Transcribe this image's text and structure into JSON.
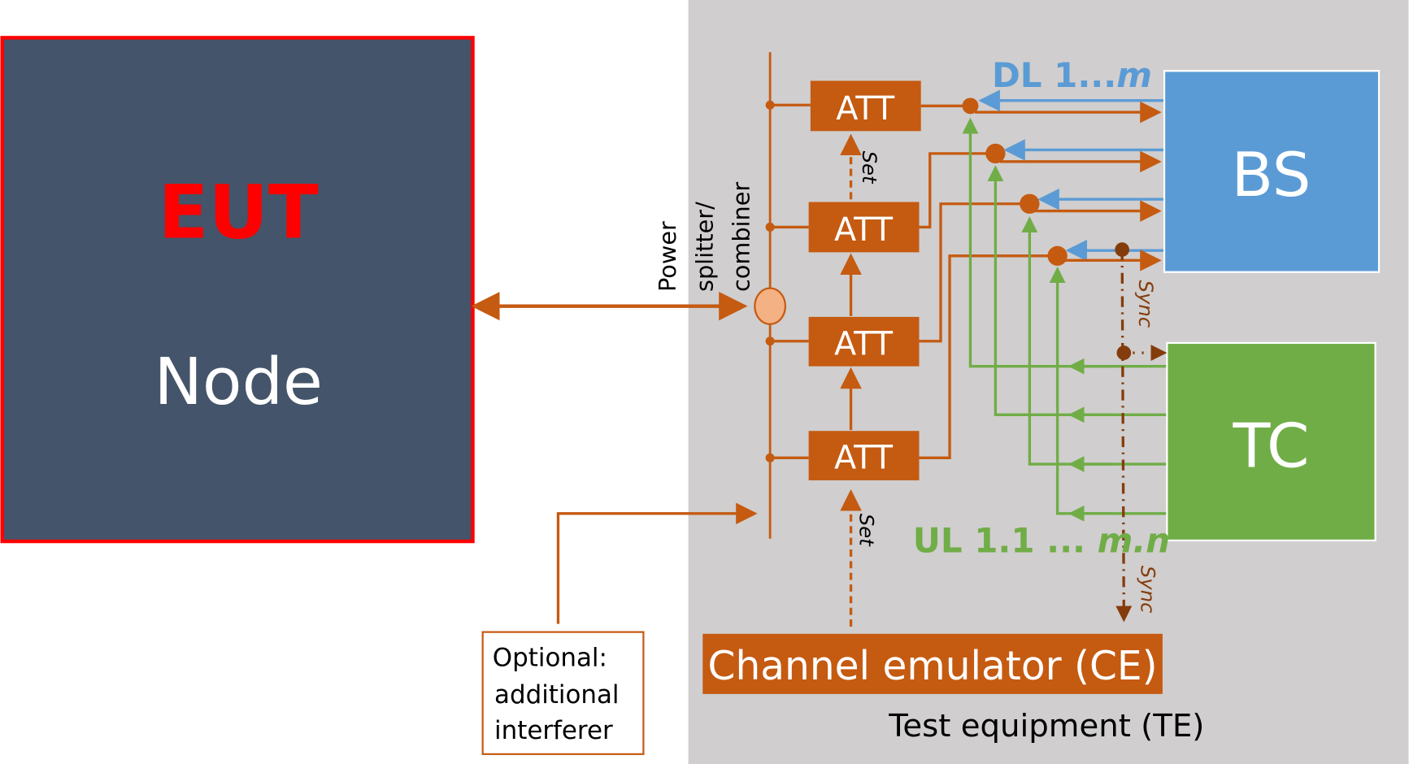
{
  "eut": {
    "title": "EUT",
    "subtitle": "Node"
  },
  "splitter": {
    "line1": "Power",
    "line2": "splitter/",
    "line3": "combiner"
  },
  "att_label": "ATT",
  "set_label": "Set",
  "sync_label": "Sync",
  "bs": {
    "label": "BS"
  },
  "tc": {
    "label": "TC"
  },
  "dl": {
    "prefix": "DL 1...",
    "suffix": "m"
  },
  "ul": {
    "prefix": "UL 1.1 ... ",
    "suffix": "m.n"
  },
  "optional": {
    "line1": "Optional:",
    "line2": "additional",
    "line3": "interferer"
  },
  "ce": {
    "label": "Channel emulator (CE)"
  },
  "te": {
    "label": "Test equipment  (TE)"
  },
  "colors": {
    "orange": "#c55a11",
    "blue": "#5b9bd5",
    "green": "#70ad47",
    "eut_fill": "#44546a",
    "red": "#ff0000",
    "gray": "#d0cece",
    "sync": "#843c0c"
  }
}
